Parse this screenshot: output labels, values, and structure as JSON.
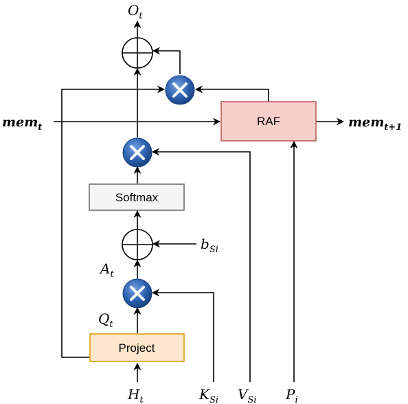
{
  "nodes": {
    "raf": {
      "label": "RAF",
      "fill": "#f8cecc",
      "stroke": "#b85450"
    },
    "softmax": {
      "label": "Softmax",
      "fill": "#f5f5f5",
      "stroke": "#666666"
    },
    "project": {
      "label": "Project",
      "fill": "#ffe6cc",
      "stroke": "#d79b00"
    }
  },
  "labels": {
    "o": {
      "base": "O",
      "sub": "t"
    },
    "mem_in": {
      "base": "mem",
      "sub": "t"
    },
    "mem_out": {
      "base": "mem",
      "sub": "t+1"
    },
    "a": {
      "base": "A",
      "sub": "t"
    },
    "q": {
      "base": "Q",
      "sub": "t"
    },
    "b": {
      "base": "b",
      "sub": "Si"
    },
    "h": {
      "base": "H",
      "sub": "t"
    },
    "k": {
      "base": "K",
      "sub": "Si"
    },
    "v": {
      "base": "V",
      "sub": "Si"
    },
    "p": {
      "base": "P",
      "sub": "i"
    }
  },
  "icons": {
    "multiply": "multiply-icon",
    "add": "add-icon"
  },
  "colors": {
    "multiply_fill": "#2a5fae",
    "multiply_glyph": "#ffffff"
  }
}
